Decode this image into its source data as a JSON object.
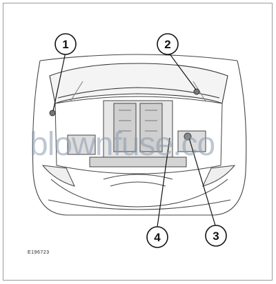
{
  "diagram": {
    "figure_id": "E196723",
    "callouts": [
      {
        "label": "1"
      },
      {
        "label": "2"
      },
      {
        "label": "3"
      },
      {
        "label": "4"
      }
    ]
  },
  "watermark": {
    "text": "blownfuse.co"
  },
  "colors": {
    "line": "#333333",
    "body_fill": "#ffffff",
    "shade": "#d8d8d8",
    "watermark": "#8a9aae"
  }
}
